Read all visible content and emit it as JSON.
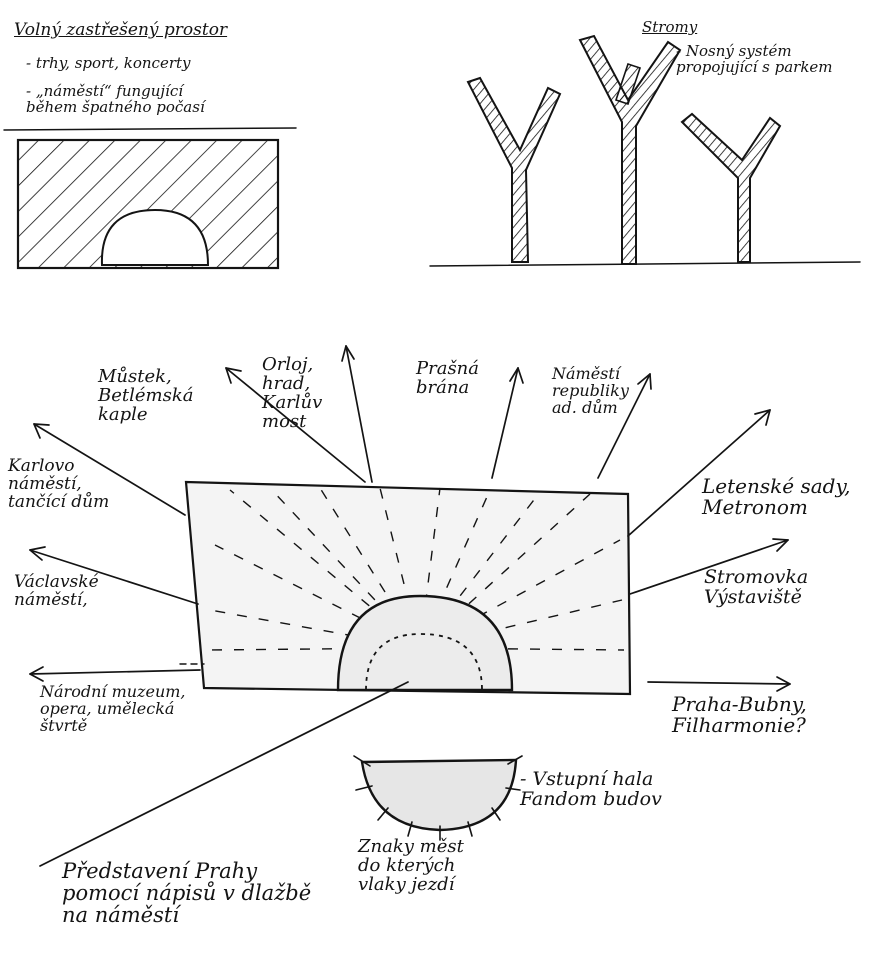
{
  "roofed_space": {
    "title": "Volný zastřešený prostor",
    "bullet_1": "- trhy, sport, koncerty",
    "bullet_2": "- „náměstí“ fungující\n během špatného počasí"
  },
  "trees": {
    "title": "Stromy",
    "note": "- Nosný systém\n propojující s parkem"
  },
  "destinations": {
    "mustek": "Můstek,\nBetlémská\nkaple",
    "hrad": "Orloj,\nhrad,\nKarlův\nmost",
    "prasna": "Prašná\nbrána",
    "republiky": "Náměstí\nrepubliky\nad. dům",
    "karlovo": "Karlovo\nnáměstí,\ntančící dům",
    "letenske": "Letenské sady,\nMetronom",
    "vaclavske": "Václavské\nnáměstí,",
    "stromovka": "Stromovka\nVýstaviště",
    "narodni": "Národní muzeum,\nopera, umělecká\nštvrtě",
    "bubny": "Praha-Bubny,\nFilharmonie?"
  },
  "entrance": {
    "hall": "- Vstupní hala\n Fandom budov",
    "znaky": "Znaky měst\n do kterých\n vlaky jezdí",
    "predstaveni": "Představení Prahy\npomocí nápisů v dlažbě\nna náměstí"
  }
}
